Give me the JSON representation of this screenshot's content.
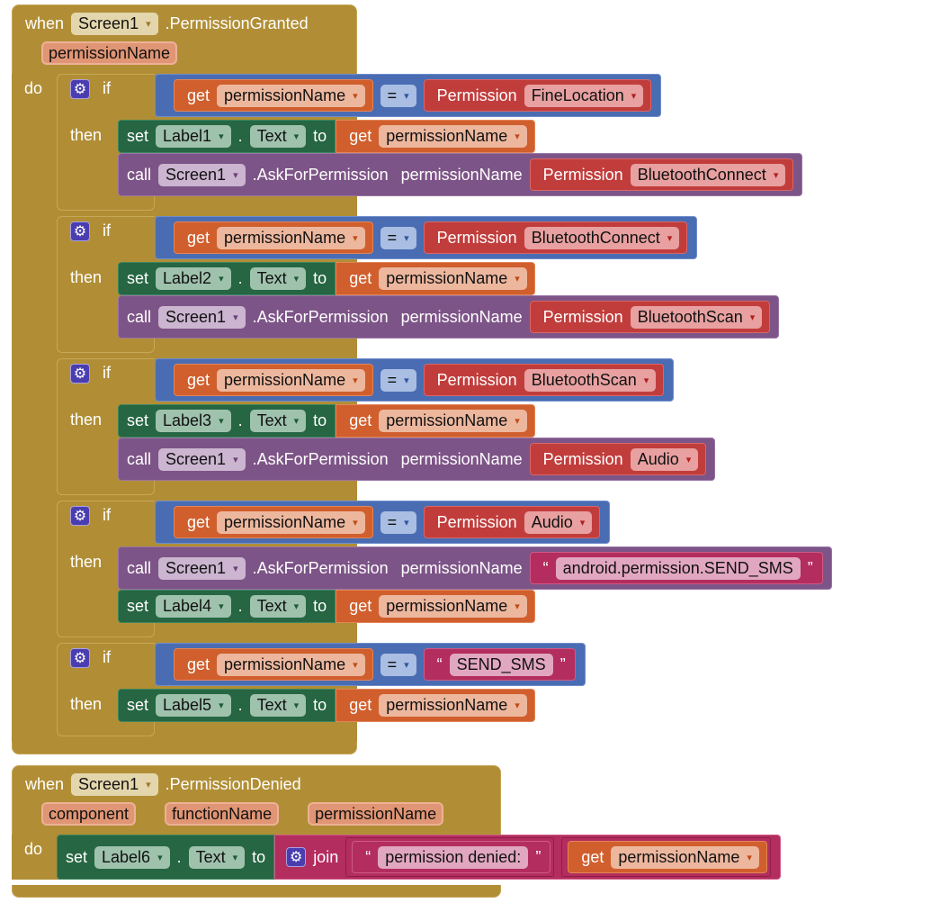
{
  "events": [
    {
      "when": "when",
      "component": "Screen1",
      "event": ".PermissionGranted",
      "params": [
        "permissionName"
      ],
      "do": "do",
      "body": [
        {
          "type": "if",
          "if": "if",
          "then": "then",
          "cond": {
            "left": {
              "type": "get",
              "get": "get",
              "var": "permissionName"
            },
            "op": "=",
            "right": {
              "type": "permission",
              "label": "Permission",
              "value": "FineLocation"
            }
          },
          "stmts": [
            {
              "type": "set",
              "set": "set",
              "component": "Label1",
              "prop": "Text",
              "to": "to",
              "value": {
                "type": "get",
                "get": "get",
                "var": "permissionName"
              }
            },
            {
              "type": "call",
              "call": "call",
              "component": "Screen1",
              "method": ".AskForPermission",
              "arg": "permissionName",
              "value": {
                "type": "permission",
                "label": "Permission",
                "value": "BluetoothConnect"
              }
            }
          ]
        },
        {
          "type": "if",
          "if": "if",
          "then": "then",
          "cond": {
            "left": {
              "type": "get",
              "get": "get",
              "var": "permissionName"
            },
            "op": "=",
            "right": {
              "type": "permission",
              "label": "Permission",
              "value": "BluetoothConnect"
            }
          },
          "stmts": [
            {
              "type": "set",
              "set": "set",
              "component": "Label2",
              "prop": "Text",
              "to": "to",
              "value": {
                "type": "get",
                "get": "get",
                "var": "permissionName"
              }
            },
            {
              "type": "call",
              "call": "call",
              "component": "Screen1",
              "method": ".AskForPermission",
              "arg": "permissionName",
              "value": {
                "type": "permission",
                "label": "Permission",
                "value": "BluetoothScan"
              }
            }
          ]
        },
        {
          "type": "if",
          "if": "if",
          "then": "then",
          "cond": {
            "left": {
              "type": "get",
              "get": "get",
              "var": "permissionName"
            },
            "op": "=",
            "right": {
              "type": "permission",
              "label": "Permission",
              "value": "BluetoothScan"
            }
          },
          "stmts": [
            {
              "type": "set",
              "set": "set",
              "component": "Label3",
              "prop": "Text",
              "to": "to",
              "value": {
                "type": "get",
                "get": "get",
                "var": "permissionName"
              }
            },
            {
              "type": "call",
              "call": "call",
              "component": "Screen1",
              "method": ".AskForPermission",
              "arg": "permissionName",
              "value": {
                "type": "permission",
                "label": "Permission",
                "value": "Audio"
              }
            }
          ]
        },
        {
          "type": "if",
          "if": "if",
          "then": "then",
          "cond": {
            "left": {
              "type": "get",
              "get": "get",
              "var": "permissionName"
            },
            "op": "=",
            "right": {
              "type": "permission",
              "label": "Permission",
              "value": "Audio"
            }
          },
          "stmts": [
            {
              "type": "call",
              "call": "call",
              "component": "Screen1",
              "method": ".AskForPermission",
              "arg": "permissionName",
              "value": {
                "type": "text",
                "value": "android.permission.SEND_SMS"
              }
            },
            {
              "type": "set",
              "set": "set",
              "component": "Label4",
              "prop": "Text",
              "to": "to",
              "value": {
                "type": "get",
                "get": "get",
                "var": "permissionName"
              }
            }
          ]
        },
        {
          "type": "if",
          "if": "if",
          "then": "then",
          "cond": {
            "left": {
              "type": "get",
              "get": "get",
              "var": "permissionName"
            },
            "op": "=",
            "right": {
              "type": "text",
              "value": "SEND_SMS"
            }
          },
          "stmts": [
            {
              "type": "set",
              "set": "set",
              "component": "Label5",
              "prop": "Text",
              "to": "to",
              "value": {
                "type": "get",
                "get": "get",
                "var": "permissionName"
              }
            }
          ]
        }
      ]
    },
    {
      "when": "when",
      "component": "Screen1",
      "event": ".PermissionDenied",
      "params": [
        "component",
        "functionName",
        "permissionName"
      ],
      "do": "do",
      "body": [
        {
          "type": "set",
          "set": "set",
          "component": "Label6",
          "prop": "Text",
          "to": "to",
          "value": {
            "type": "join",
            "label": "join",
            "items": [
              {
                "type": "text",
                "value": "permission denied:"
              },
              {
                "type": "get",
                "get": "get",
                "var": "permissionName"
              }
            ]
          }
        }
      ]
    }
  ]
}
